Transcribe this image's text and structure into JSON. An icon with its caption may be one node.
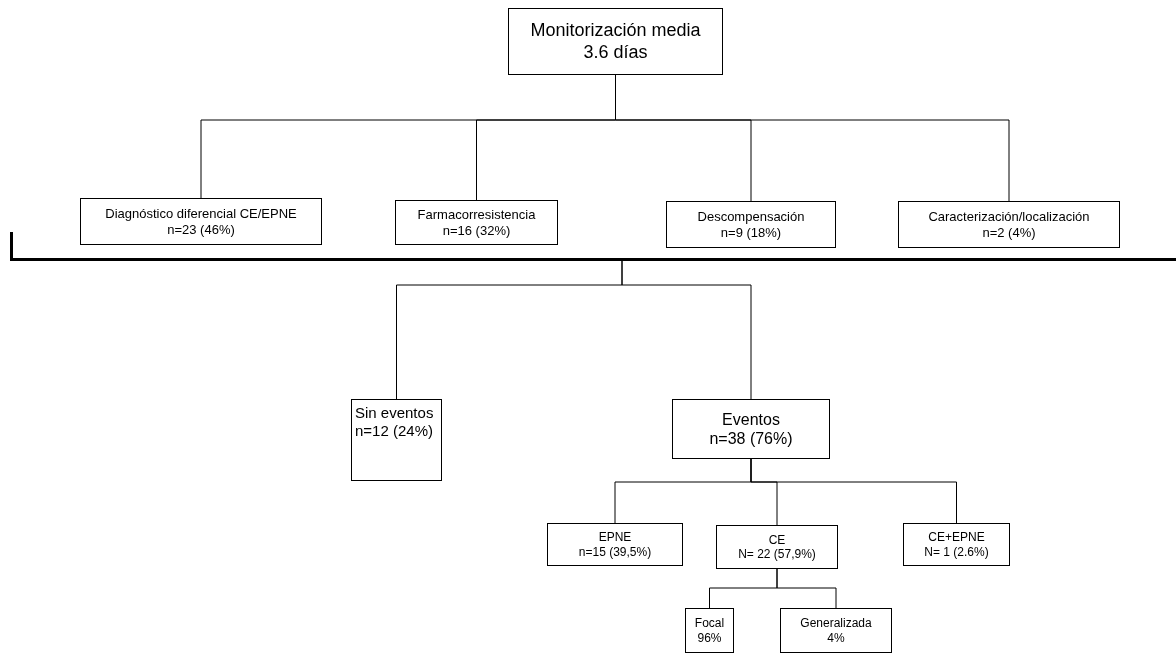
{
  "diagram": {
    "nodes": [
      {
        "text": [
          "Monitorización media 3.6 días"
        ]
      },
      {
        "text": [
          "Diagnóstico diferencial CE/EPNE",
          "n=23 (46%)"
        ]
      },
      {
        "text": [
          "Farmacorresistencia",
          "n=16 (32%)"
        ]
      },
      {
        "text": [
          "Descompensación",
          "n=9 (18%)"
        ]
      },
      {
        "text": [
          "Caracterización/localización",
          "n=2 (4%)"
        ]
      },
      {
        "text": [],
        "shape": "bar"
      },
      {
        "text": [
          "Sin eventos",
          "n=12 (24%)"
        ]
      },
      {
        "text": [
          "Eventos",
          "n=38 (76%)"
        ]
      },
      {
        "text": [
          "EPNE",
          "n=15 (39,5%)"
        ]
      },
      {
        "text": [
          "CE",
          "N= 22 (57,9%)"
        ]
      },
      {
        "text": [
          "CE+EPNE",
          "N= 1 (2.6%)"
        ]
      },
      {
        "text": [
          "Focal",
          "96%"
        ]
      },
      {
        "text": [
          "Generalizada",
          "4%"
        ]
      }
    ],
    "edges": [
      {
        "from": 0,
        "to": 1,
        "arrow": "none"
      },
      {
        "from": 0,
        "to": 2,
        "arrow": "none"
      },
      {
        "from": 0,
        "to": 3,
        "arrow": "none"
      },
      {
        "from": 0,
        "to": 4,
        "arrow": "none"
      },
      {
        "from": 5,
        "to": 6,
        "arrow": "none"
      },
      {
        "from": 5,
        "to": 7,
        "arrow": "none"
      },
      {
        "from": 7,
        "to": 8,
        "arrow": "none"
      },
      {
        "from": 7,
        "to": 9,
        "arrow": "none"
      },
      {
        "from": 7,
        "to": 10,
        "arrow": "none"
      },
      {
        "from": 9,
        "to": 11,
        "arrow": "none"
      },
      {
        "from": 9,
        "to": 12,
        "arrow": "none"
      }
    ]
  }
}
